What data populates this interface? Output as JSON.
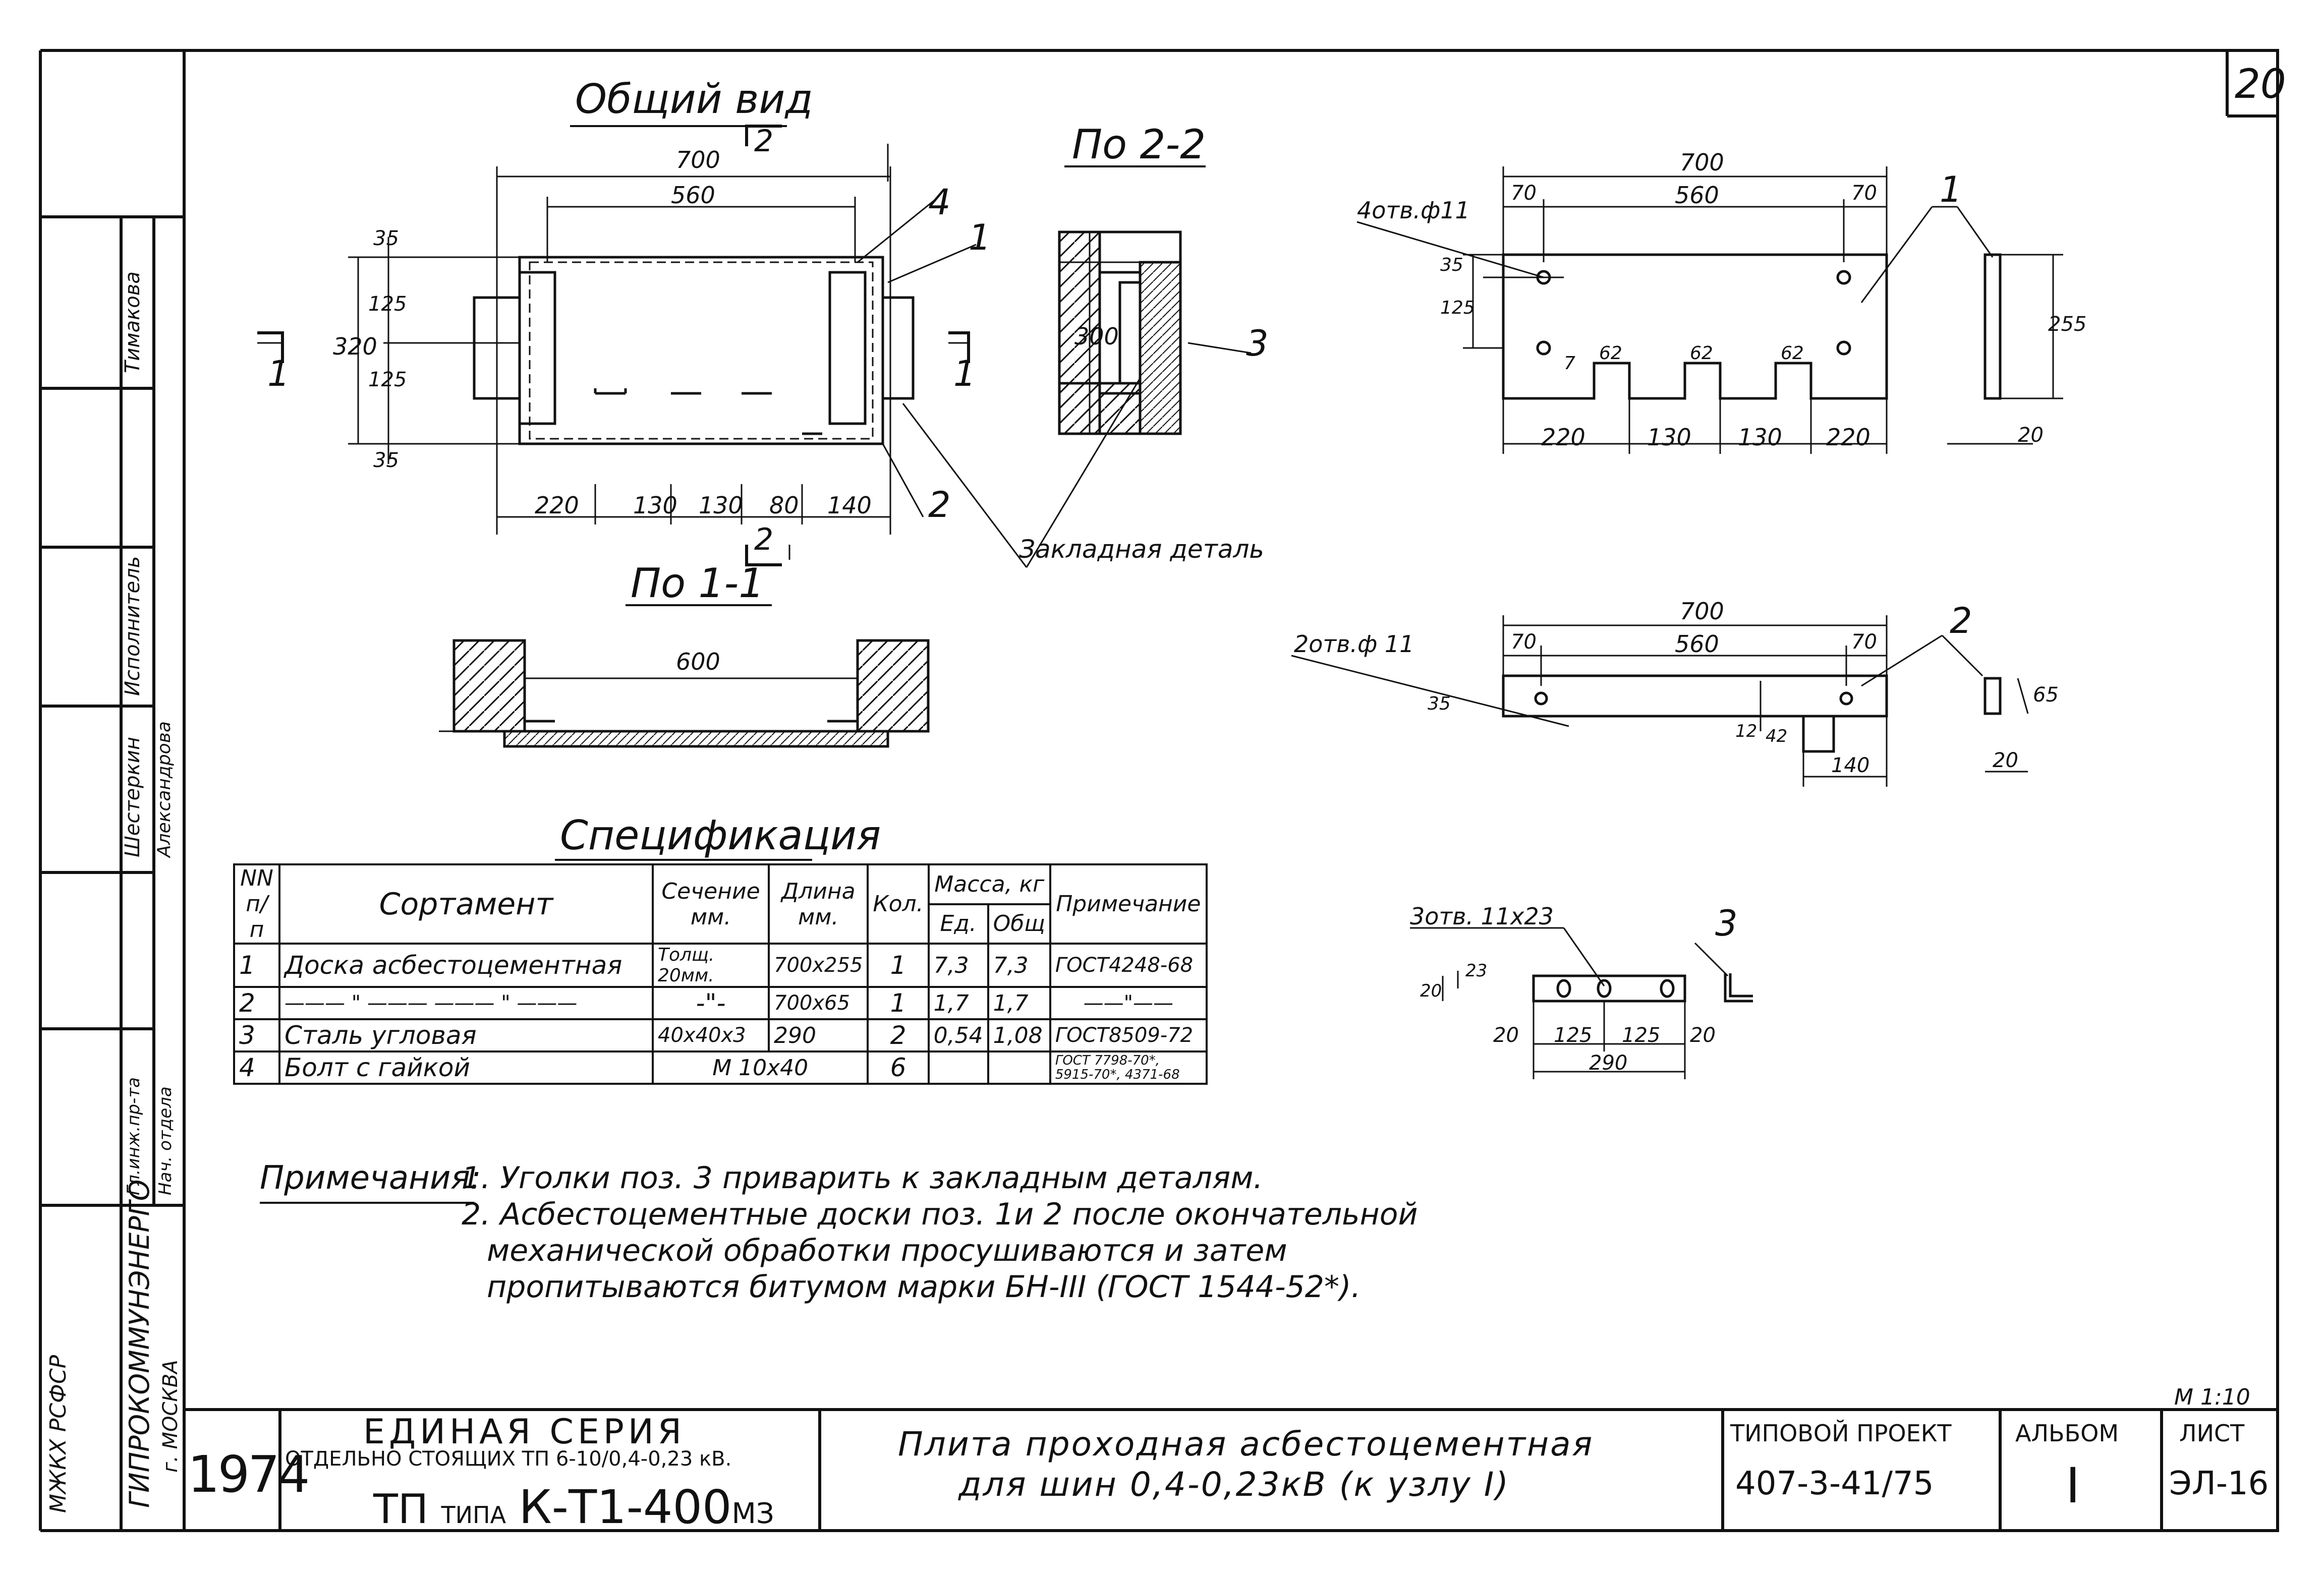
{
  "sheet_number": "20",
  "views": {
    "general_view": "Общий вид",
    "section_2_2": "По 2-2",
    "section_1_1": "По 1-1",
    "embedded_part": "Закладная деталь"
  },
  "general_view_dims": {
    "overall_length": "700",
    "inner_length": "560",
    "height": "320",
    "inner_height": "300",
    "d35": "35",
    "d125": "125",
    "bottom_dims": [
      "220",
      "130",
      "130",
      "80",
      "140"
    ],
    "section_mark": "2",
    "section_mark_left": "1",
    "callouts": [
      "4",
      "1",
      "2",
      "3"
    ],
    "section_1_1_width": "600"
  },
  "detail_1": {
    "callout": "1",
    "holes": "4отв.ф11",
    "overall": "700",
    "inner": "560",
    "edge": "70",
    "d35": "35",
    "d125": "125",
    "notch": "62",
    "d7": "7",
    "bottom_dims": [
      "220",
      "130",
      "130",
      "220"
    ],
    "height": "255",
    "thickness": "20"
  },
  "detail_2": {
    "callout": "2",
    "holes": "2отв.ф 11",
    "overall": "700",
    "inner": "560",
    "edge": "70",
    "d35": "35",
    "d12": "12",
    "d42": "42",
    "d140": "140",
    "height": "65",
    "thickness": "20"
  },
  "detail_3": {
    "callout": "3",
    "holes": "3отв. 11х23",
    "d20": "20",
    "d23": "23",
    "pitch": "125",
    "overall": "290"
  },
  "specification": {
    "title": "Спецификация",
    "headers": {
      "num": "NN п/п",
      "name": "Сортамент",
      "section": "Сечение мм.",
      "length": "Длина мм.",
      "qty": "Кол.",
      "mass": "Масса, кг",
      "mass_unit": "Ед.",
      "mass_total": "Общ",
      "note": "Примечание"
    },
    "rows": [
      {
        "n": "1",
        "name": "Доска асбестоцементная",
        "section": "Толщ. 20мм.",
        "length": "700х255",
        "qty": "1",
        "unit": "7,3",
        "total": "7,3",
        "note": "ГОСТ4248-68"
      },
      {
        "n": "2",
        "name": "——— \" ——— ——— \" ———",
        "section": "-\"-",
        "length": "700х65",
        "qty": "1",
        "unit": "1,7",
        "total": "1,7",
        "note": "——\"——"
      },
      {
        "n": "3",
        "name": "Сталь угловая",
        "section": "40х40х3",
        "length": "290",
        "qty": "2",
        "unit": "0,54",
        "total": "1,08",
        "note": "ГОСТ8509-72"
      },
      {
        "n": "4",
        "name": "Болт с гайкой",
        "section": "М 10х40",
        "length": "",
        "qty": "6",
        "unit": "",
        "total": "",
        "note": "ГОСТ 7798-70*, 5915-70*, 4371-68"
      }
    ]
  },
  "notes": {
    "heading": "Примечания:",
    "items": [
      "1. Уголки поз. 3 приварить к закладным деталям.",
      "2. Асбестоцементные доски поз. 1и 2 после окончательной",
      "механической обработки просушиваются и затем",
      "пропитываются битумом марки БН-III (ГОСТ 1544-52*)."
    ]
  },
  "scale": "М 1:10",
  "title_block": {
    "year": "1974",
    "series": "ЕДИНАЯ СЕРИЯ",
    "series_sub": "ОТДЕЛЬНО СТОЯЩИХ ТП 6-10/0,4-0,23 кВ.",
    "tp_prefix": "ТП",
    "tp_type": "ТИПА",
    "tp_code": "К-Т1-400",
    "tp_suffix": "МЗ",
    "drawing_title_1": "Плита проходная асбестоцементная",
    "drawing_title_2": "для шин 0,4-0,23кВ (к узлу I)",
    "project_label": "ТИПОВОЙ ПРОЕКТ",
    "project_code": "407-3-41/75",
    "album_label": "АЛЬБОМ",
    "album_value": "I",
    "sheet_label": "ЛИСТ",
    "sheet_value": "ЭЛ-16"
  },
  "left_strip": {
    "org": "ГИПРОКОММУНЭНЕРГО",
    "ministry": "МЖКХ РСФСР",
    "city": "г. МОСКВА",
    "roles": [
      "Исполнитель",
      "Гл.инж.пр-та",
      "Нач. отдела"
    ],
    "names": [
      "Тимакова",
      "Шестеркин",
      "Александрова"
    ]
  }
}
